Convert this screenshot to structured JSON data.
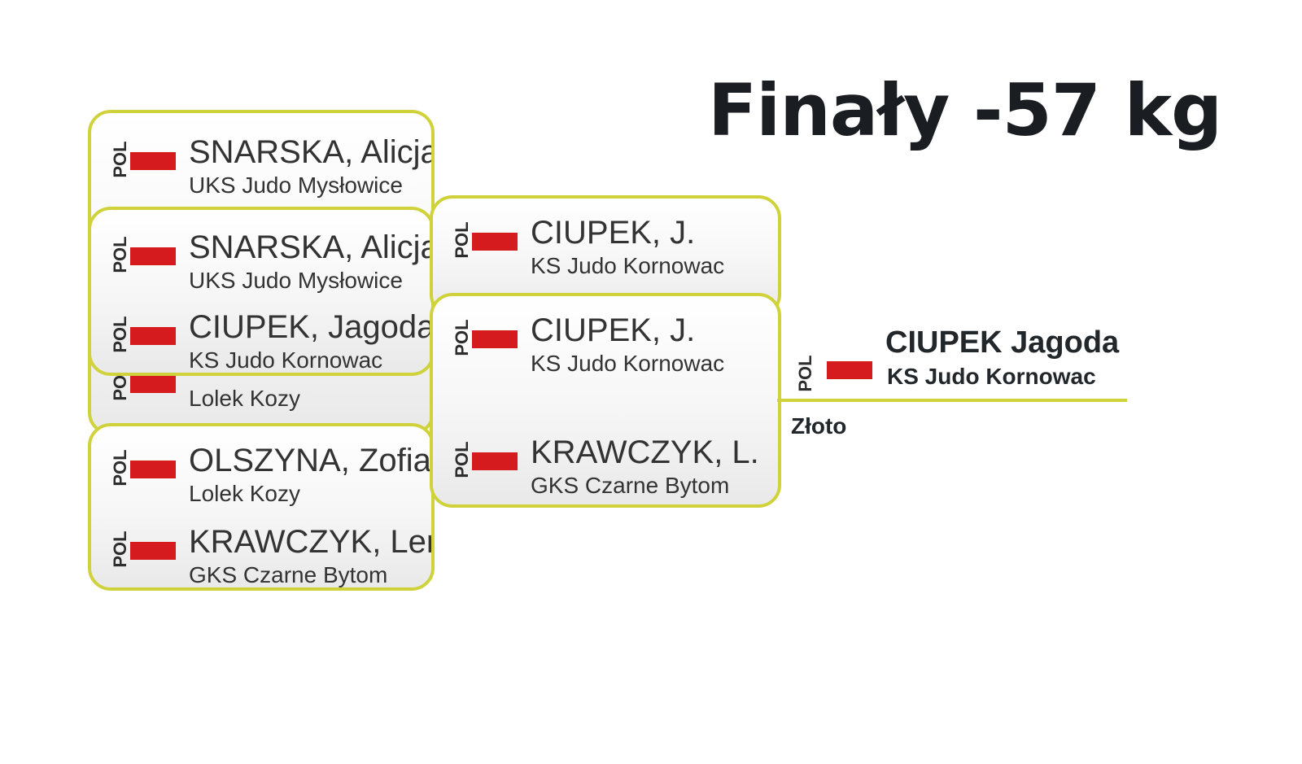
{
  "title": "Finały -57 kg",
  "country_code": "POL",
  "flag_color": "#d61b1f",
  "accent_color": "#cfd23a",
  "rounds": {
    "quarter_top": [
      {
        "name": "SNARSKA, Alicja",
        "club": "UKS Judo Mysłowice"
      }
    ],
    "quarter_hidden": [
      {
        "name": "",
        "club": "Lolek Kozy"
      }
    ],
    "semi_1": [
      {
        "name": "SNARSKA, Alicja",
        "club": "UKS Judo Mysłowice"
      },
      {
        "name": "CIUPEK, Jagoda",
        "club": "KS Judo Kornowac"
      }
    ],
    "semi_2": [
      {
        "name": "OLSZYNA, Zofia",
        "club": "Lolek Kozy"
      },
      {
        "name": "KRAWCZYK, Lena",
        "club": "GKS Czarne Bytom"
      }
    ],
    "final_top": {
      "name": "CIUPEK, J.",
      "club": "KS Judo Kornowac"
    },
    "final": [
      {
        "name": "CIUPEK, J.",
        "club": "KS Judo Kornowac"
      },
      {
        "name": "KRAWCZYK, L.",
        "club": "GKS Czarne Bytom"
      }
    ]
  },
  "winner": {
    "name": "CIUPEK Jagoda",
    "club": "KS Judo Kornowac",
    "medal": "Złoto"
  }
}
